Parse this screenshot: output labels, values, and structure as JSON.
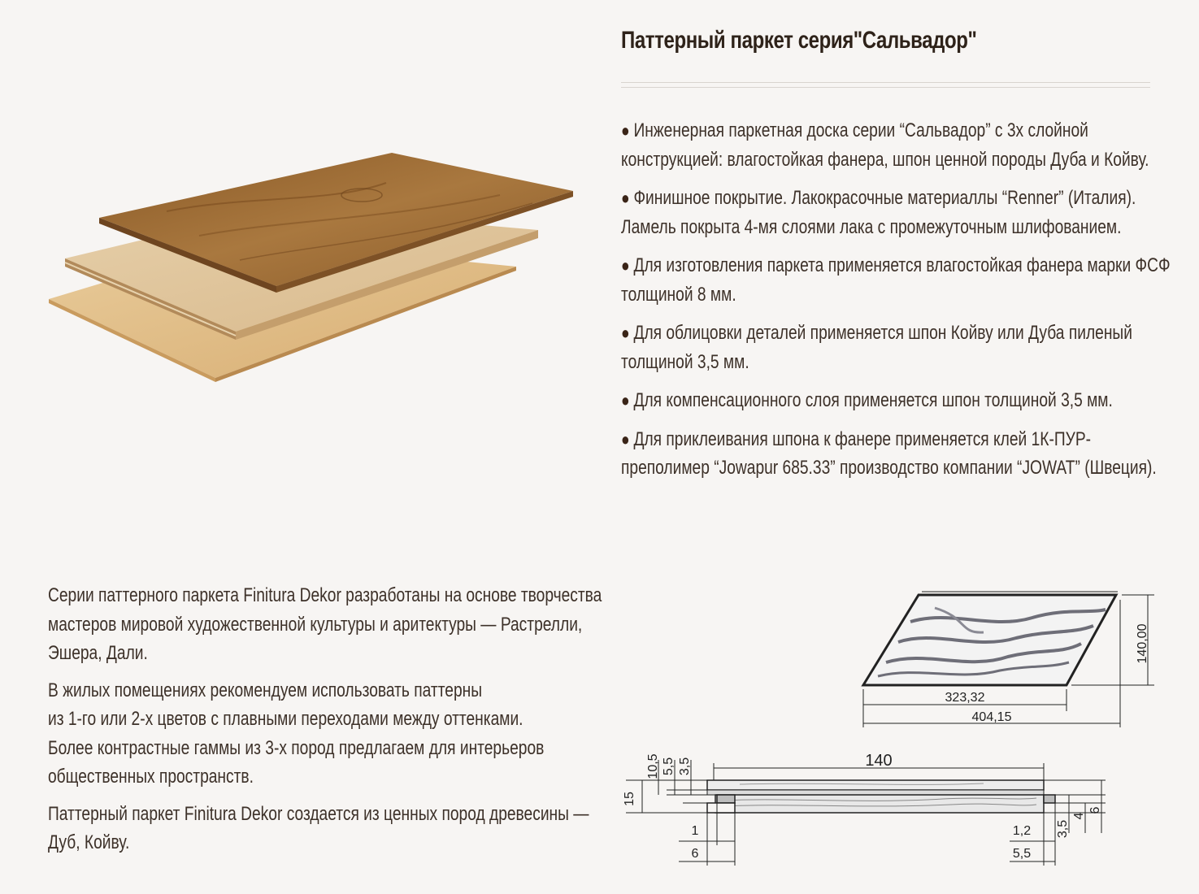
{
  "header": {
    "title": "Паттерный паркет серия\"Сальвадор\""
  },
  "features": [
    {
      "lines": [
        "Инженерная паркетная доска серии “Сальвадор” с 3х слойной",
        "конструкцией: влагостойкая фанера, шпон ценной породы Дуба и Койву."
      ]
    },
    {
      "lines": [
        "Финишное покрытие. Лакокрасочные материаллы “Renner” (Италия).",
        "Ламель покрыта 4-мя слоями лака с промежуточным шлифованием."
      ]
    },
    {
      "lines": [
        "Для изготовления паркета применяется влагостойкая фанера марки ФСФ",
        "толщиной 8 мм."
      ]
    },
    {
      "lines": [
        "Для облицовки деталей применяется шпон Койву или Дуба пиленый",
        "толщиной 3,5 мм."
      ]
    },
    {
      "lines": [
        "Для компенсационного слоя применяется шпон толщиной 3,5 мм."
      ]
    },
    {
      "lines": [
        "Для приклеивания шпона к фанере применяется клей 1К-ПУР-",
        "преполимер “Jowapur 685.33” производство компании “JOWAT” (Швеция)."
      ]
    }
  ],
  "bullet_symbol": "●",
  "description": [
    {
      "lines": [
        "Серии паттерного паркета Finitura Dekor разработаны на основе творчества",
        "мастеров мировой художественной культуры и аритектуры — Растрелли,",
        "Эшера, Дали."
      ]
    },
    {
      "lines": [
        "В жилых помещениях рекомендуем использовать паттерны",
        "из 1-го или 2-х цветов с плавными переходами между оттенками.",
        "Более контрастные гаммы из 3-х пород предлагаем для интерьеров",
        "общественных пространств."
      ]
    },
    {
      "lines": [
        "Паттерный паркет Finitura Dekor создается из ценных пород древесины —",
        "Дуб, Койву."
      ]
    }
  ],
  "plan_drawing": {
    "height": "140,00",
    "inner_length": "323,32",
    "total_length": "404,15"
  },
  "profile_drawing": {
    "width": "140",
    "total_thickness": "15",
    "left_dims": [
      "10,5",
      "5,5",
      "3,5"
    ],
    "bottom_left": [
      "1",
      "6"
    ],
    "bottom_right": [
      "1,2",
      "5,5"
    ],
    "right_dims": [
      "3,5",
      "4",
      "6"
    ]
  },
  "colors": {
    "background": "#f7f5f3",
    "text": "#3d3129",
    "title": "#2e2219",
    "bullet": "#3a2417"
  }
}
